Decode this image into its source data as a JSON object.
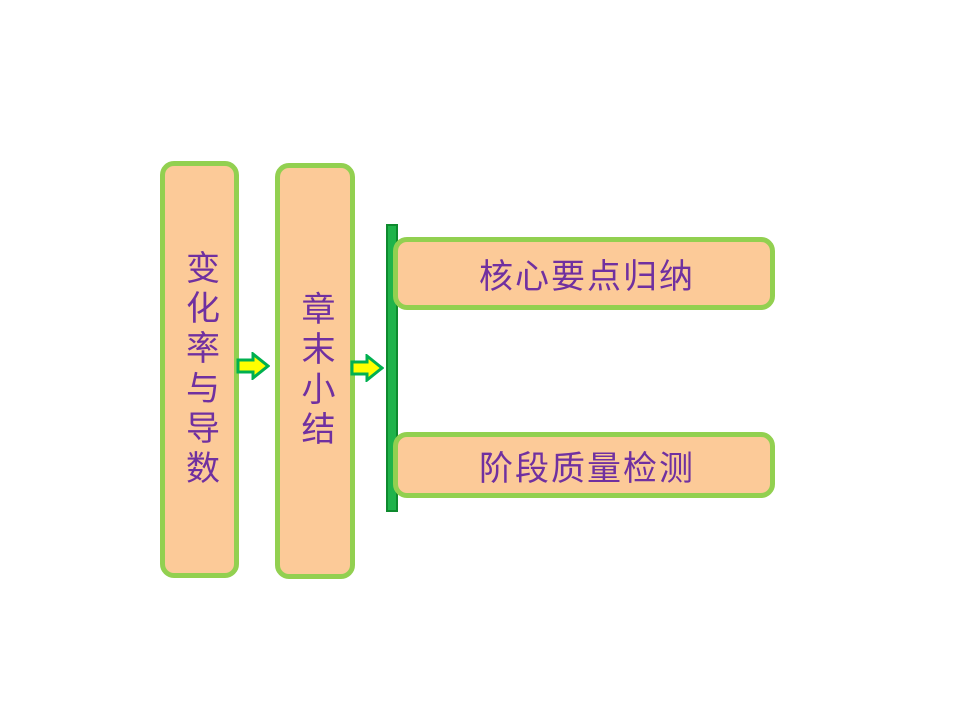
{
  "diagram": {
    "chapter_box": {
      "label": "变化率与导数"
    },
    "summary_box": {
      "label": "章末小结"
    },
    "branches": [
      {
        "label": "核心要点归纳"
      },
      {
        "label": "阶段质量检测"
      }
    ]
  },
  "colors": {
    "box_fill": "#fcca98",
    "box_border": "#92d050",
    "text": "#7030a0",
    "bracket": "#1fb34a",
    "arrow_fill": "#ffff00",
    "arrow_stroke": "#00b050"
  }
}
